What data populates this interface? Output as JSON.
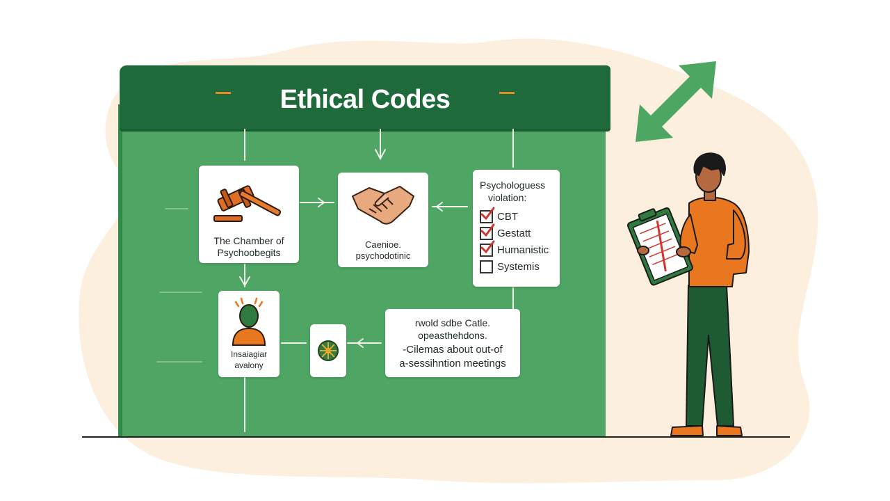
{
  "board": {
    "title": "Ethical Codes",
    "cards": {
      "chamber": {
        "line1": "The Chamber of",
        "line2": "Psychoobegits",
        "icon": "gavel-icon"
      },
      "handshake": {
        "line1": "Caenioe.",
        "line2": "psychodotinic",
        "icon": "handshake-icon"
      },
      "checklist": {
        "title1": "Psychologuess",
        "title2": "violation:",
        "items": [
          {
            "label": "CBT",
            "checked": true
          },
          {
            "label": "Gestatt",
            "checked": true
          },
          {
            "label": "Humanistic",
            "checked": true
          },
          {
            "label": "Systemis",
            "checked": false
          }
        ]
      },
      "person": {
        "line1": "Insaiagiar",
        "line2": "avalony",
        "icon": "person-icon"
      },
      "emblem": {
        "icon": "emblem-icon"
      },
      "meetings": {
        "line1": "rwold sdbe Catle.",
        "line2": "opeasthehdons.",
        "line3": "-Cilemas about out-of",
        "line4": "a-sessihntion meetings"
      }
    }
  },
  "colors": {
    "board_green": "#4fa564",
    "header_green": "#1f6a3a",
    "accent_orange": "#e8771f",
    "check_red": "#d2352b",
    "blob_beige": "#fcefde"
  },
  "figure": {
    "icon": "person-with-clipboard-icon"
  },
  "arrow": {
    "icon": "double-arrow-icon"
  }
}
